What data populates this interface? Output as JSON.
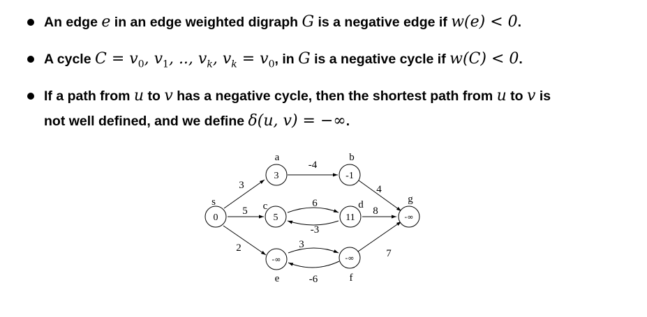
{
  "bullets": [
    {
      "t1": "An edge ",
      "m1": "e",
      "t2": " in an edge weighted digraph ",
      "m2": "G",
      "t3": " is a negative edge if ",
      "m3": "w(e) < 0",
      "t4": "."
    },
    {
      "t1": "A cycle ",
      "m1": "C = v",
      "m1s0": "0",
      "m1b": ", v",
      "m1s1": "1",
      "m1c": ", .., v",
      "m1s2": "k",
      "m1d": ", v",
      "m1s3": "k",
      "m1e": " = v",
      "m1s4": "0",
      "t2": ", in ",
      "m2": "G",
      "t3": " is a negative cycle if ",
      "m3": "w(C) < 0",
      "t4": "."
    },
    {
      "t1": "If a path from ",
      "m1": "u",
      "t2": " to ",
      "m2": "v",
      "t3": " has a negative cycle, then the shortest path from ",
      "m3": "u",
      "t4": " to ",
      "m4": "v",
      "t5": " is",
      "t6": "not well defined, and we define ",
      "m5": "δ(u, v) = −∞",
      "t7": "."
    }
  ],
  "graph": {
    "nodes": [
      {
        "id": "s",
        "name": "s",
        "value": "0"
      },
      {
        "id": "a",
        "name": "a",
        "value": "3"
      },
      {
        "id": "b",
        "name": "b",
        "value": "-1"
      },
      {
        "id": "c",
        "name": "c",
        "value": "5"
      },
      {
        "id": "d",
        "name": "d",
        "value": "11"
      },
      {
        "id": "e",
        "name": "e",
        "value": "-∞"
      },
      {
        "id": "f",
        "name": "f",
        "value": "-∞"
      },
      {
        "id": "g",
        "name": "g",
        "value": "-∞"
      }
    ],
    "edges": [
      {
        "from": "s",
        "to": "a",
        "weight": "3"
      },
      {
        "from": "a",
        "to": "b",
        "weight": "-4"
      },
      {
        "from": "b",
        "to": "g",
        "weight": "4"
      },
      {
        "from": "s",
        "to": "c",
        "weight": "5"
      },
      {
        "from": "c",
        "to": "d",
        "weight": "6"
      },
      {
        "from": "d",
        "to": "c",
        "weight": "-3"
      },
      {
        "from": "d",
        "to": "g",
        "weight": "8"
      },
      {
        "from": "s",
        "to": "e",
        "weight": "2"
      },
      {
        "from": "e",
        "to": "f",
        "weight": "3"
      },
      {
        "from": "f",
        "to": "e",
        "weight": "-6"
      },
      {
        "from": "f",
        "to": "g",
        "weight": "7"
      }
    ]
  }
}
